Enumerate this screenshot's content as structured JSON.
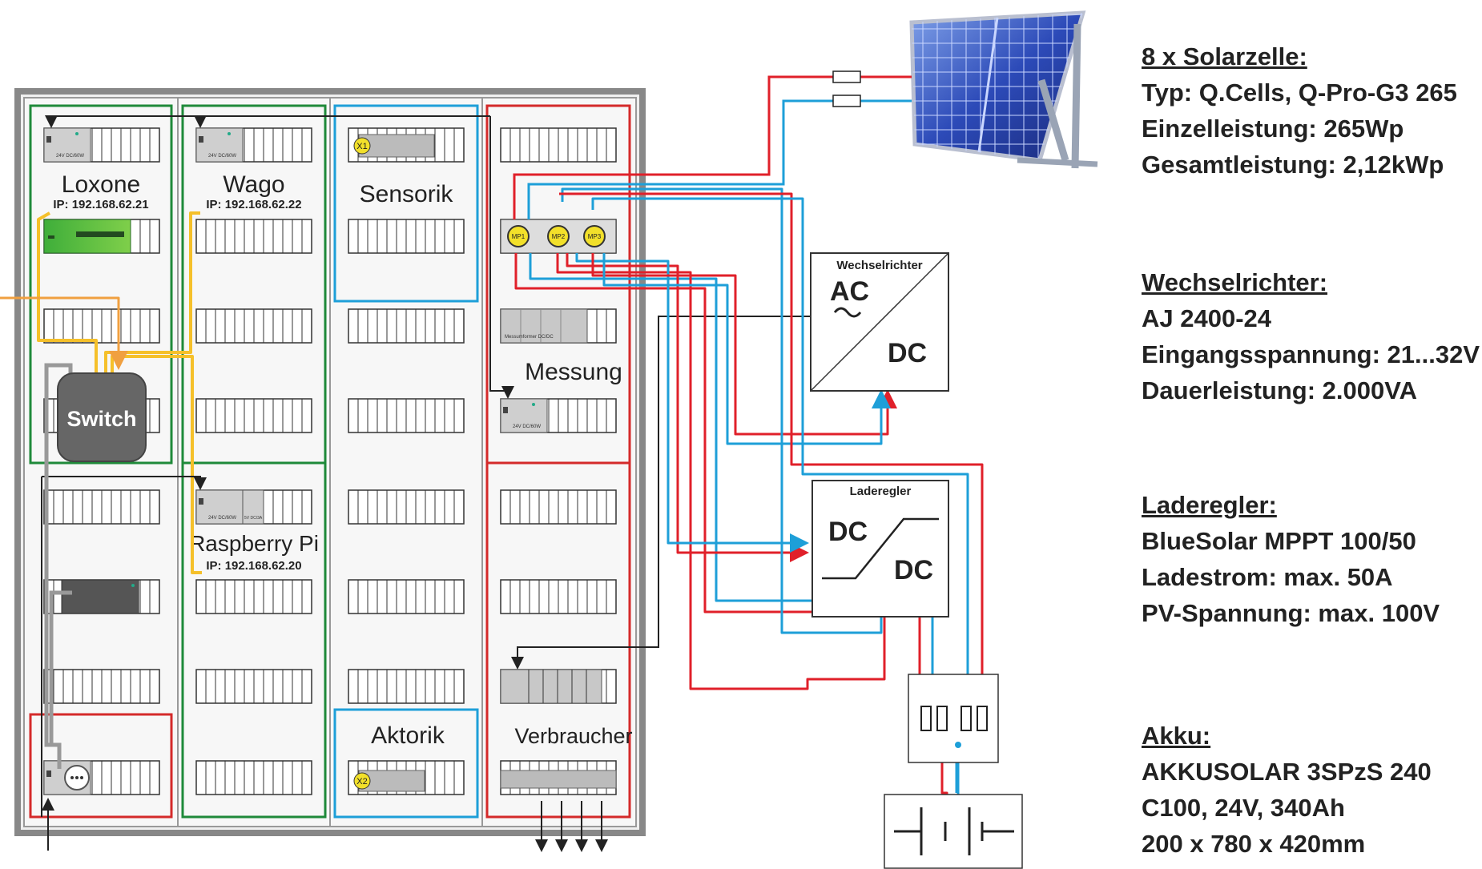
{
  "cabinet": {
    "loxone": {
      "title": "Loxone",
      "ip": "IP: 192.168.62.21"
    },
    "wago": {
      "title": "Wago",
      "ip": "IP: 192.168.62.22"
    },
    "sensorik": {
      "title": "Sensorik"
    },
    "messung": {
      "title": "Messung"
    },
    "raspberry": {
      "title": "Raspberry Pi",
      "ip": "IP: 192.168.62.20"
    },
    "aktorik": {
      "title": "Aktorik"
    },
    "verbraucher": {
      "title": "Verbraucher"
    },
    "switch_label": "Switch",
    "psu_label": "24V DC/60W",
    "psu_label2": "5V DC/3A",
    "messumformer_label": "Messumformer DC/DC",
    "terminal_x1": "X1",
    "terminal_x2": "X2",
    "meter_points": [
      "MP1",
      "MP2",
      "MP3"
    ]
  },
  "wechselrichter_box": {
    "title": "Wechselrichter",
    "ac": "AC",
    "dc": "DC"
  },
  "laderegler_box": {
    "title": "Laderegler",
    "dc_in": "DC",
    "dc_out": "DC"
  },
  "specs": {
    "solar": {
      "heading": "8 x Solarzelle:",
      "lines": [
        "Typ: Q.Cells, Q-Pro-G3 265",
        "Einzelleistung: 265Wp",
        "Gesamtleistung: 2,12kWp"
      ]
    },
    "inverter": {
      "heading": "Wechselrichter:",
      "lines": [
        "AJ 2400-24",
        "Eingangsspannung: 21...32V",
        "Dauerleistung: 2.000VA"
      ]
    },
    "charger": {
      "heading": "Laderegler:",
      "lines": [
        "BlueSolar MPPT 100/50",
        "Ladestrom: max. 50A",
        "PV-Spannung: max. 100V"
      ]
    },
    "battery": {
      "heading": "Akku:",
      "lines": [
        "AKKUSOLAR 3SPzS 240",
        "C100, 24V, 340Ah",
        "200 x 780 x 420mm"
      ]
    }
  },
  "colors": {
    "positive": "#e0202a",
    "negative": "#1e9fd8",
    "signal": "#222222",
    "ethernet": "#f5c02a",
    "uplink": "#f0a040",
    "green_frame": "#1f8a3a",
    "blue_frame": "#1e9fd8",
    "red_frame": "#d42a2a",
    "cabinet_gray": "#8a8a8a"
  }
}
